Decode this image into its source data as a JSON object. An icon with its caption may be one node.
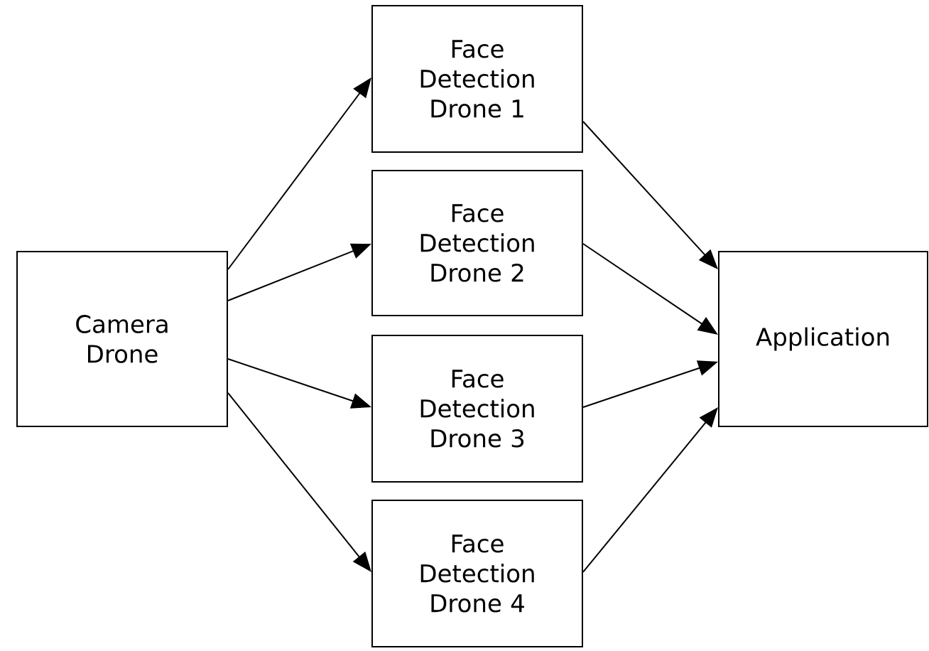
{
  "diagram": {
    "nodes": [
      {
        "text": [
          "Camera Drone"
        ]
      },
      {
        "text": [
          "Face Detection Drone 1"
        ]
      },
      {
        "text": [
          "Face Detection Drone 2"
        ]
      },
      {
        "text": [
          "Face Detection Drone 3"
        ]
      },
      {
        "text": [
          "Face Detection Drone 4"
        ]
      },
      {
        "text": [
          "Application"
        ]
      }
    ],
    "edges": [
      {
        "from": 0,
        "to": 1,
        "arrow": "to"
      },
      {
        "from": 0,
        "to": 2,
        "arrow": "to"
      },
      {
        "from": 0,
        "to": 3,
        "arrow": "to"
      },
      {
        "from": 0,
        "to": 4,
        "arrow": "to"
      },
      {
        "from": 1,
        "to": 5,
        "arrow": "to"
      },
      {
        "from": 2,
        "to": 5,
        "arrow": "to"
      },
      {
        "from": 3,
        "to": 5,
        "arrow": "to"
      },
      {
        "from": 4,
        "to": 5,
        "arrow": "to"
      }
    ]
  }
}
